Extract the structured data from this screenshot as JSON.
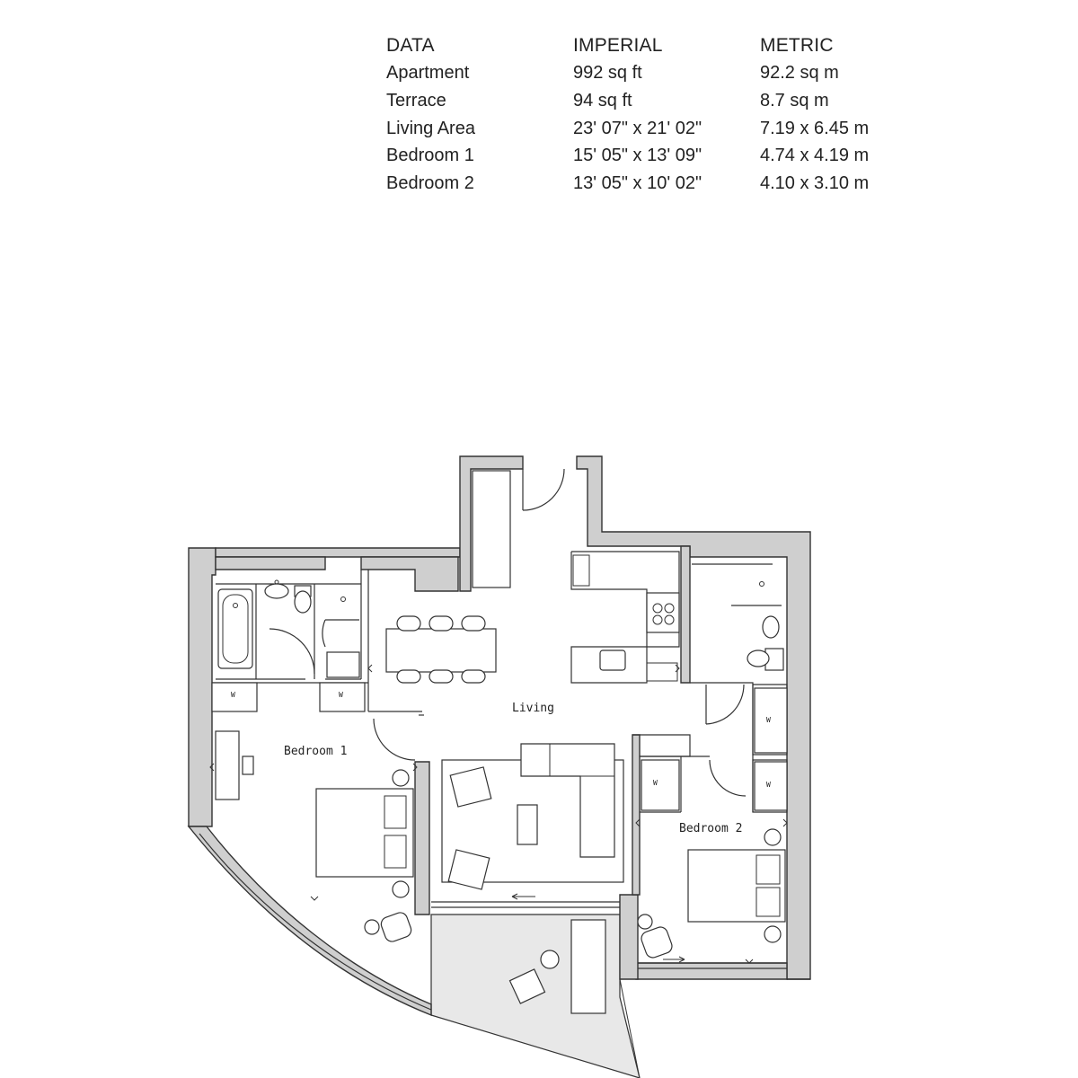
{
  "table": {
    "headers": [
      "DATA",
      "IMPERIAL",
      "METRIC"
    ],
    "rows": [
      [
        "Apartment",
        "992 sq ft",
        "92.2 sq m"
      ],
      [
        "Terrace",
        "94 sq ft",
        "8.7 sq m"
      ],
      [
        "Living Area",
        "23' 07\" x 21' 02\"",
        "7.19 x 6.45 m"
      ],
      [
        "Bedroom 1",
        "15' 05\" x 13' 09\"",
        "4.74 x 4.19 m"
      ],
      [
        "Bedroom 2",
        "13' 05\" x 10' 02\"",
        "4.10 x 3.10 m"
      ]
    ]
  },
  "plan": {
    "rooms": {
      "living": "Living",
      "bedroom1": "Bedroom 1",
      "bedroom2": "Bedroom 2"
    },
    "wardrobe_mark": "W"
  }
}
